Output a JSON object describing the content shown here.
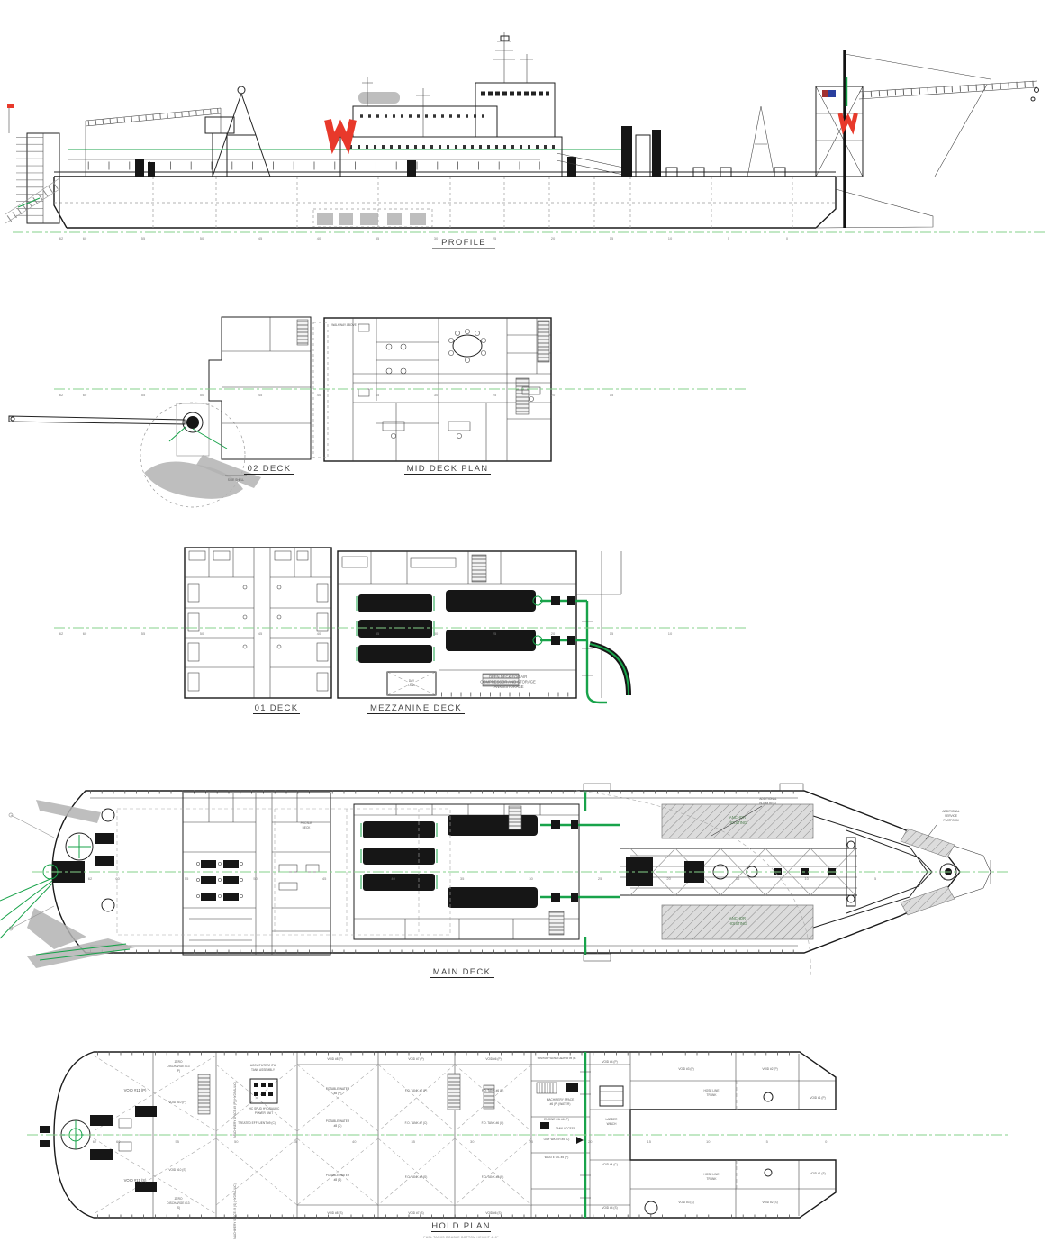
{
  "sheet": {
    "background": "#ffffff",
    "drawing_type": "dredge vessel general arrangement"
  },
  "views": {
    "profile": {
      "label": "PROFILE"
    },
    "deck02": {
      "label": "02 DECK"
    },
    "mid_deck": {
      "label": "MID DECK PLAN"
    },
    "deck01": {
      "label": "01 DECK"
    },
    "mezzanine": {
      "label": "MEZZANINE DECK"
    },
    "main_deck": {
      "label": "MAIN DECK"
    },
    "hold_plan": {
      "label": "HOLD PLAN",
      "subtitle": "FUEL TANKS DOUBLE BOTTOM HEIGHT 4'-0\""
    }
  },
  "stations": [
    "62",
    "60",
    "55",
    "50",
    "45",
    "40",
    "35",
    "30",
    "25",
    "20",
    "15",
    "10",
    "5",
    "0"
  ],
  "annotations": {
    "side_shell": "SIDE SHELL",
    "walkway_above": "WALKWAY ABOVE",
    "focsle_deck": [
      "FOCSLE",
      "DECK"
    ],
    "day_tank": [
      "DAY",
      "TANK"
    ],
    "open_deck": [
      "OPEN DECK FOR AIR",
      "COMPRESSOR AND STORAGE",
      "TANKS/STORAGE"
    ],
    "anchor_hoisting": [
      "ANCHOR",
      "HOISTING"
    ],
    "boom_rest": [
      "ADDITIONAL",
      "BOOM REST"
    ],
    "service_platform": [
      "ADDITIONAL",
      "SERVICE",
      "PLATFORM"
    ]
  },
  "hold_tanks": {
    "void11p": "VOID #11 (P)",
    "void11s": "VOID #11 (S)",
    "zero13p": [
      "ZERO",
      "DISCHARGE #13",
      "(P)"
    ],
    "zero13s": [
      "ZERO",
      "DISCHARGE #13",
      "(S)"
    ],
    "void10p": "VOID #10 (P)",
    "void10s": "VOID #10 (S)",
    "mach9p": "MACHINERY SPACE #9 (P) (HYDRAULIC)",
    "mach9s": "MACHINERY SPACE #9 (S) (HYDRAULIC)",
    "accu": [
      "ACCU/FILTER/HPU",
      "TANK ASSEMBLY"
    ],
    "ihc": [
      "IHC SPUD HYDRAULIC",
      "POWER UNIT"
    ],
    "treated9c": "TREATED EFFLUENT #9 (C)",
    "void8p": "VOID #8 (P)",
    "void8s": "VOID #8 (S)",
    "void7p": "VOID #7 (P)",
    "void7s": "VOID #7 (S)",
    "void6p": "VOID #6 (P)",
    "void6s": "VOID #6 (S)",
    "san5": "SANITARY WATER HEATER #5 (P)",
    "pot8p": [
      "POTABLE WATER",
      "#8 (P)"
    ],
    "pot8c": [
      "POTABLE WATER",
      "#8 (C)"
    ],
    "pot8s": [
      "POTABLE WATER",
      "#8 (S)"
    ],
    "fo7p": "F.O. TANK #7 (P)",
    "fo7c": "F.O. TANK #7 (C)",
    "fo7s": "F.O. TANK #7 (S)",
    "fo6p": "F.O. TANK #6 (P)",
    "fo6c": "F.O. TANK #6 (C)",
    "fo6s": "F.O. TANK #6 (S)",
    "mach6": [
      "MACHINERY SPACE",
      "#6 (P) (WATER)"
    ],
    "engine_oil": "ENGINE OIL #6 (P)",
    "tank_access": "TANK ACCESS",
    "oily_water": "OILY WATER #5 (C)",
    "waste_oil": "WASTE OIL #5 (P)",
    "void4p": "VOID #4 (P)",
    "void4c": "VOID #4 (C)",
    "void4s": "VOID #4 (S)",
    "ladder_winch": [
      "LADDER",
      "WINCH"
    ],
    "void3p": "VOID #3 (P)",
    "void3s": "VOID #3 (S)",
    "void2p": "VOID #2 (P)",
    "void2s": "VOID #2 (S)",
    "void1p": "VOID #1 (P)",
    "void1s": "VOID #1 (S)",
    "hose_trunk": [
      "HOSE LINE",
      "TRUNK"
    ]
  },
  "colors": {
    "centerline_green": "#86d28b",
    "machinery_green": "#18a34a",
    "logo_red": "#e8392b",
    "flag_blue": "#2a3f9e",
    "flag_red": "#a03030",
    "linework": "#222222",
    "shadow_gray": "#b3b3b3"
  }
}
